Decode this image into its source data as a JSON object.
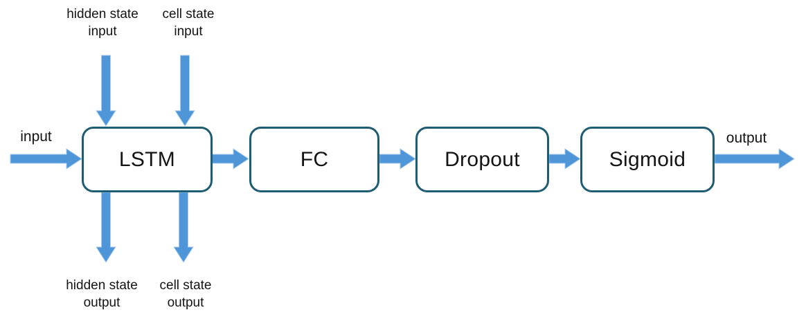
{
  "colors": {
    "arrow_blue": "#4e96d8",
    "box_border_teal": "#1e5c74",
    "box_fill": "#ffffff",
    "text": "#141414"
  },
  "pipeline": {
    "boxes": [
      {
        "name": "lstm",
        "label": "LSTM"
      },
      {
        "name": "fc",
        "label": "FC"
      },
      {
        "name": "dropout",
        "label": "Dropout"
      },
      {
        "name": "sigmoid",
        "label": "Sigmoid"
      }
    ]
  },
  "labels": {
    "input": "input",
    "output": "output",
    "hidden_state_input": {
      "line1": "hidden state",
      "line2": "input"
    },
    "cell_state_input": {
      "line1": "cell state",
      "line2": "input"
    },
    "hidden_state_output": {
      "line1": "hidden state",
      "line2": "output"
    },
    "cell_state_output": {
      "line1": "cell state",
      "line2": "output"
    }
  },
  "arrows": [
    {
      "name": "input-arrow",
      "from": "input",
      "to": "LSTM",
      "direction": "right"
    },
    {
      "name": "hidden-state-input-arrow",
      "from": "hidden state input",
      "to": "LSTM",
      "direction": "down"
    },
    {
      "name": "cell-state-input-arrow",
      "from": "cell state input",
      "to": "LSTM",
      "direction": "down"
    },
    {
      "name": "lstm-to-fc-arrow",
      "from": "LSTM",
      "to": "FC",
      "direction": "right"
    },
    {
      "name": "fc-to-dropout-arrow",
      "from": "FC",
      "to": "Dropout",
      "direction": "right"
    },
    {
      "name": "dropout-to-sigmoid-arrow",
      "from": "Dropout",
      "to": "Sigmoid",
      "direction": "right"
    },
    {
      "name": "hidden-state-output-arrow",
      "from": "LSTM",
      "to": "hidden state output",
      "direction": "down"
    },
    {
      "name": "cell-state-output-arrow",
      "from": "LSTM",
      "to": "cell state output",
      "direction": "down"
    },
    {
      "name": "output-arrow",
      "from": "Sigmoid",
      "to": "output",
      "direction": "right"
    }
  ]
}
